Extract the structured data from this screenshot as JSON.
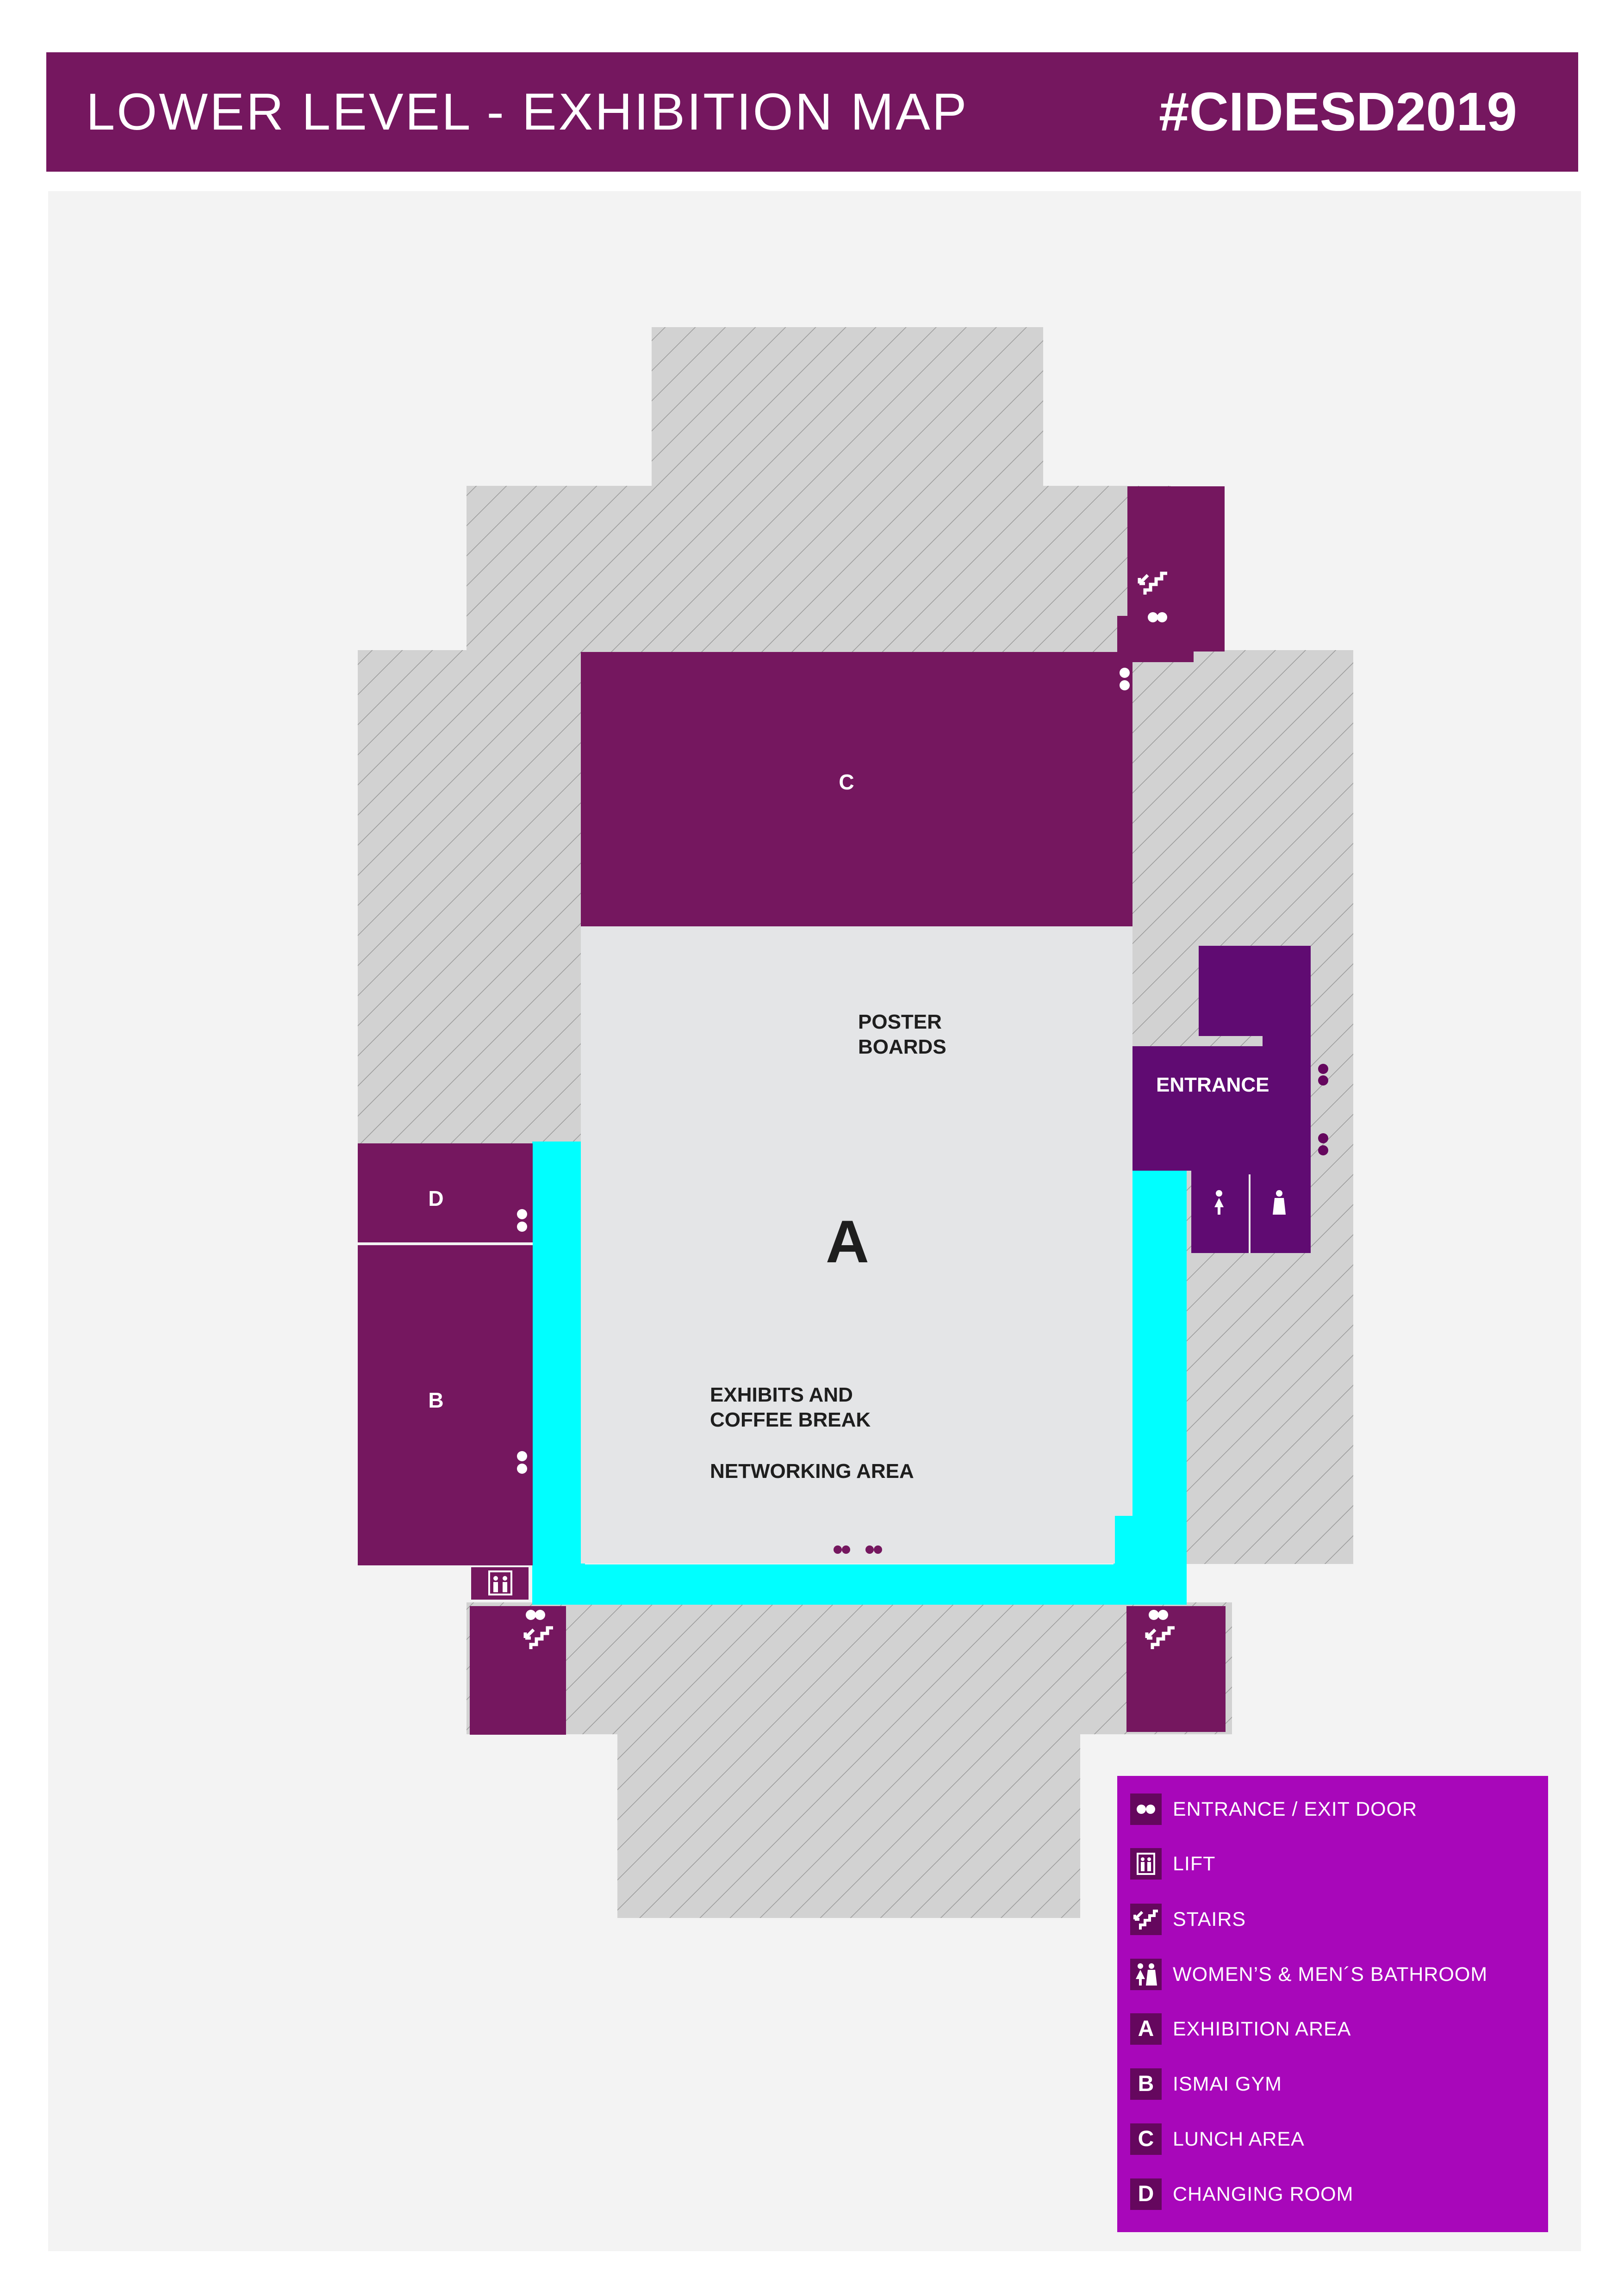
{
  "header": {
    "title": "LOWER LEVEL - EXHIBITION MAP",
    "hashtag": "#CIDESD2019"
  },
  "map": {
    "labels": {
      "poster_line1": "POSTER",
      "poster_line2": "BOARDS",
      "area_a": "A",
      "exhibits_line1": "EXHIBITS AND",
      "exhibits_line2": "COFFEE BREAK",
      "networking": "NETWORKING AREA",
      "entrance": "ENTRANCE",
      "room_b": "B",
      "room_c": "C",
      "room_d": "D"
    },
    "icons": [
      "door-icon",
      "lift-icon",
      "stairs-icon",
      "women-bathroom-icon",
      "men-bathroom-icon"
    ]
  },
  "legend": {
    "items": [
      {
        "icon": "door-icon",
        "badge": "",
        "label": "ENTRANCE / EXIT DOOR"
      },
      {
        "icon": "lift-icon",
        "badge": "",
        "label": "LIFT"
      },
      {
        "icon": "stairs-icon",
        "badge": "",
        "label": "STAIRS"
      },
      {
        "icon": "bathroom-icon",
        "badge": "",
        "label": "WOMEN’S & MEN´S BATHROOM"
      },
      {
        "icon": "letter-a-icon",
        "badge": "A",
        "label": "EXHIBITION AREA"
      },
      {
        "icon": "letter-b-icon",
        "badge": "B",
        "label": "ISMAI GYM"
      },
      {
        "icon": "letter-c-icon",
        "badge": "C",
        "label": "LUNCH AREA"
      },
      {
        "icon": "letter-d-icon",
        "badge": "D",
        "label": "CHANGING ROOM"
      }
    ]
  },
  "colors": {
    "header": "#75175f",
    "room": "#75175f",
    "entrance_block": "#600b72",
    "corridor": "#00ffff",
    "hall": "#e4e5e7",
    "hatched": "#d2d2d2",
    "legend_bg": "#a807ba",
    "legend_badge": "#65075e"
  }
}
